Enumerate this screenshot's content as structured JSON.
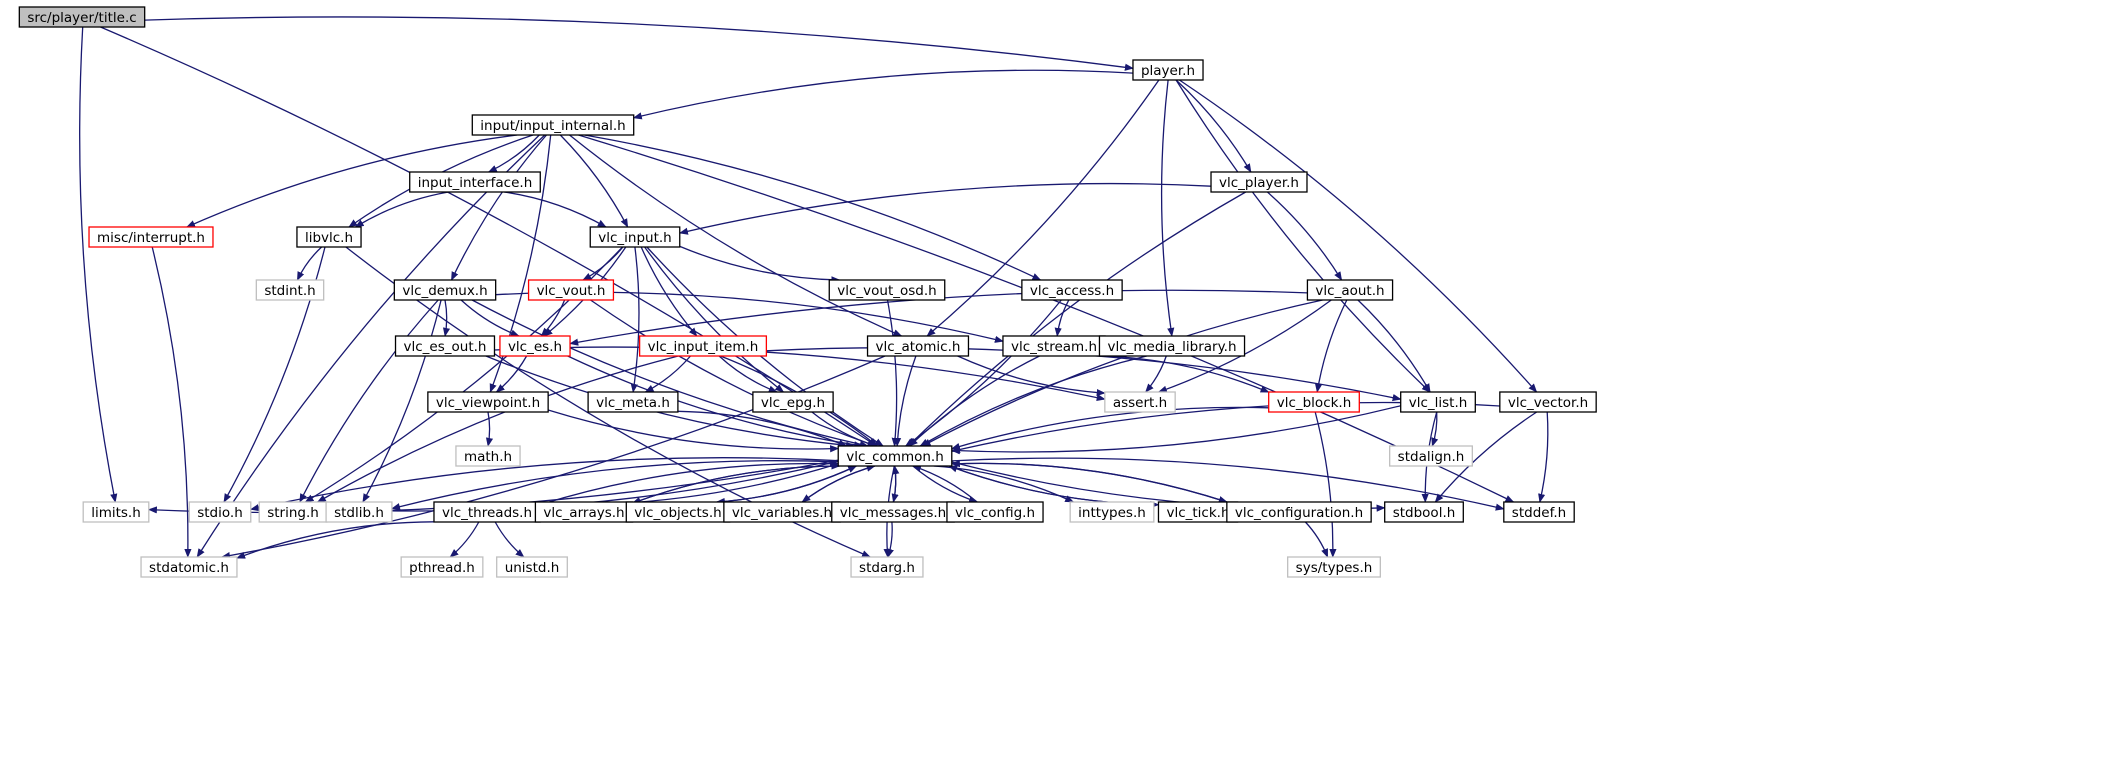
{
  "title": "src/player/title.c",
  "colors": {
    "edge": "#191970",
    "node_border": "#000000",
    "missing_border": "#bfbfbf",
    "partial_border": "#ff0000",
    "root_fill": "#bfbfbf"
  },
  "nodes": [
    {
      "id": "title_c",
      "label": "src/player/title.c",
      "style": "root"
    },
    {
      "id": "player_h",
      "label": "player.h",
      "style": "normal"
    },
    {
      "id": "input_internal_h",
      "label": "input/input_internal.h",
      "style": "normal"
    },
    {
      "id": "vlc_player_h",
      "label": "vlc_player.h",
      "style": "normal"
    },
    {
      "id": "input_interface_h",
      "label": "input_interface.h",
      "style": "normal"
    },
    {
      "id": "misc_interrupt_h",
      "label": "misc/interrupt.h",
      "style": "partial"
    },
    {
      "id": "libvlc_h",
      "label": "libvlc.h",
      "style": "normal"
    },
    {
      "id": "vlc_input_h",
      "label": "vlc_input.h",
      "style": "normal"
    },
    {
      "id": "stdint_h",
      "label": "stdint.h",
      "style": "missing"
    },
    {
      "id": "vlc_demux_h",
      "label": "vlc_demux.h",
      "style": "normal"
    },
    {
      "id": "vlc_vout_h",
      "label": "vlc_vout.h",
      "style": "partial"
    },
    {
      "id": "vlc_vout_osd_h",
      "label": "vlc_vout_osd.h",
      "style": "normal"
    },
    {
      "id": "vlc_access_h",
      "label": "vlc_access.h",
      "style": "normal"
    },
    {
      "id": "vlc_aout_h",
      "label": "vlc_aout.h",
      "style": "normal"
    },
    {
      "id": "vlc_es_out_h",
      "label": "vlc_es_out.h",
      "style": "normal"
    },
    {
      "id": "vlc_es_h",
      "label": "vlc_es.h",
      "style": "partial"
    },
    {
      "id": "vlc_input_item_h",
      "label": "vlc_input_item.h",
      "style": "partial"
    },
    {
      "id": "vlc_atomic_h",
      "label": "vlc_atomic.h",
      "style": "normal"
    },
    {
      "id": "vlc_stream_h",
      "label": "vlc_stream.h",
      "style": "normal"
    },
    {
      "id": "vlc_media_library_h",
      "label": "vlc_media_library.h",
      "style": "normal"
    },
    {
      "id": "vlc_viewpoint_h",
      "label": "vlc_viewpoint.h",
      "style": "normal"
    },
    {
      "id": "vlc_meta_h",
      "label": "vlc_meta.h",
      "style": "normal"
    },
    {
      "id": "vlc_epg_h",
      "label": "vlc_epg.h",
      "style": "normal"
    },
    {
      "id": "assert_h",
      "label": "assert.h",
      "style": "missing"
    },
    {
      "id": "vlc_block_h",
      "label": "vlc_block.h",
      "style": "partial"
    },
    {
      "id": "vlc_list_h",
      "label": "vlc_list.h",
      "style": "normal"
    },
    {
      "id": "vlc_vector_h",
      "label": "vlc_vector.h",
      "style": "normal"
    },
    {
      "id": "math_h",
      "label": "math.h",
      "style": "missing"
    },
    {
      "id": "vlc_common_h",
      "label": "vlc_common.h",
      "style": "normal"
    },
    {
      "id": "stdalign_h",
      "label": "stdalign.h",
      "style": "missing"
    },
    {
      "id": "limits_h",
      "label": "limits.h",
      "style": "missing"
    },
    {
      "id": "stdio_h",
      "label": "stdio.h",
      "style": "missing"
    },
    {
      "id": "string_h",
      "label": "string.h",
      "style": "missing"
    },
    {
      "id": "stdlib_h",
      "label": "stdlib.h",
      "style": "missing"
    },
    {
      "id": "vlc_threads_h",
      "label": "vlc_threads.h",
      "style": "normal"
    },
    {
      "id": "vlc_arrays_h",
      "label": "vlc_arrays.h",
      "style": "normal"
    },
    {
      "id": "vlc_objects_h",
      "label": "vlc_objects.h",
      "style": "normal"
    },
    {
      "id": "vlc_variables_h",
      "label": "vlc_variables.h",
      "style": "normal"
    },
    {
      "id": "vlc_messages_h",
      "label": "vlc_messages.h",
      "style": "normal"
    },
    {
      "id": "vlc_config_h",
      "label": "vlc_config.h",
      "style": "normal"
    },
    {
      "id": "inttypes_h",
      "label": "inttypes.h",
      "style": "missing"
    },
    {
      "id": "vlc_tick_h",
      "label": "vlc_tick.h",
      "style": "normal"
    },
    {
      "id": "vlc_configuration_h",
      "label": "vlc_configuration.h",
      "style": "normal"
    },
    {
      "id": "stdbool_h",
      "label": "stdbool.h",
      "style": "normal"
    },
    {
      "id": "stddef_h",
      "label": "stddef.h",
      "style": "normal"
    },
    {
      "id": "stdatomic_h",
      "label": "stdatomic.h",
      "style": "missing"
    },
    {
      "id": "pthread_h",
      "label": "pthread.h",
      "style": "missing"
    },
    {
      "id": "unistd_h",
      "label": "unistd.h",
      "style": "missing"
    },
    {
      "id": "stdarg_h",
      "label": "stdarg.h",
      "style": "missing"
    },
    {
      "id": "sys_types_h",
      "label": "sys/types.h",
      "style": "missing"
    }
  ],
  "edges": [
    [
      "title_c",
      "player_h"
    ],
    [
      "title_c",
      "limits_h"
    ],
    [
      "title_c",
      "vlc_common_h"
    ],
    [
      "player_h",
      "input_internal_h"
    ],
    [
      "player_h",
      "vlc_player_h"
    ],
    [
      "player_h",
      "vlc_media_library_h"
    ],
    [
      "player_h",
      "vlc_atomic_h"
    ],
    [
      "player_h",
      "vlc_list_h"
    ],
    [
      "player_h",
      "vlc_vector_h"
    ],
    [
      "input_internal_h",
      "misc_interrupt_h"
    ],
    [
      "input_internal_h",
      "input_interface_h"
    ],
    [
      "input_internal_h",
      "libvlc_h"
    ],
    [
      "input_internal_h",
      "vlc_input_h"
    ],
    [
      "input_internal_h",
      "vlc_demux_h"
    ],
    [
      "input_internal_h",
      "vlc_access_h"
    ],
    [
      "input_internal_h",
      "vlc_atomic_h"
    ],
    [
      "input_internal_h",
      "vlc_viewpoint_h"
    ],
    [
      "input_internal_h",
      "stdatomic_h"
    ],
    [
      "input_internal_h",
      "stddef_h"
    ],
    [
      "input_interface_h",
      "libvlc_h"
    ],
    [
      "input_interface_h",
      "vlc_input_h"
    ],
    [
      "vlc_player_h",
      "vlc_input_h"
    ],
    [
      "vlc_player_h",
      "vlc_aout_h"
    ],
    [
      "vlc_player_h",
      "vlc_common_h"
    ],
    [
      "misc_interrupt_h",
      "stdatomic_h"
    ],
    [
      "libvlc_h",
      "stdint_h"
    ],
    [
      "libvlc_h",
      "stdio_h"
    ],
    [
      "libvlc_h",
      "stdarg_h"
    ],
    [
      "vlc_input_h",
      "vlc_vout_h"
    ],
    [
      "vlc_input_h",
      "vlc_vout_osd_h"
    ],
    [
      "vlc_input_h",
      "vlc_es_h"
    ],
    [
      "vlc_input_h",
      "vlc_input_item_h"
    ],
    [
      "vlc_input_h",
      "vlc_meta_h"
    ],
    [
      "vlc_input_h",
      "vlc_epg_h"
    ],
    [
      "vlc_input_h",
      "string_h"
    ],
    [
      "vlc_input_h",
      "vlc_common_h"
    ],
    [
      "vlc_demux_h",
      "vlc_es_out_h"
    ],
    [
      "vlc_demux_h",
      "vlc_es_h"
    ],
    [
      "vlc_demux_h",
      "vlc_stream_h"
    ],
    [
      "vlc_demux_h",
      "string_h"
    ],
    [
      "vlc_demux_h",
      "stdlib_h"
    ],
    [
      "vlc_demux_h",
      "vlc_common_h"
    ],
    [
      "vlc_vout_h",
      "vlc_es_h"
    ],
    [
      "vlc_vout_h",
      "vlc_common_h"
    ],
    [
      "vlc_vout_osd_h",
      "vlc_common_h"
    ],
    [
      "vlc_access_h",
      "vlc_stream_h"
    ],
    [
      "vlc_access_h",
      "vlc_common_h"
    ],
    [
      "vlc_aout_h",
      "vlc_es_h"
    ],
    [
      "vlc_aout_h",
      "assert_h"
    ],
    [
      "vlc_aout_h",
      "vlc_block_h"
    ],
    [
      "vlc_aout_h",
      "vlc_list_h"
    ],
    [
      "vlc_aout_h",
      "vlc_common_h"
    ],
    [
      "vlc_es_out_h",
      "assert_h"
    ],
    [
      "vlc_es_out_h",
      "vlc_common_h"
    ],
    [
      "vlc_es_h",
      "vlc_viewpoint_h"
    ],
    [
      "vlc_es_h",
      "vlc_common_h"
    ],
    [
      "vlc_input_item_h",
      "vlc_meta_h"
    ],
    [
      "vlc_input_item_h",
      "vlc_epg_h"
    ],
    [
      "vlc_input_item_h",
      "vlc_list_h"
    ],
    [
      "vlc_input_item_h",
      "string_h"
    ],
    [
      "vlc_input_item_h",
      "vlc_common_h"
    ],
    [
      "vlc_atomic_h",
      "assert_h"
    ],
    [
      "vlc_atomic_h",
      "stdatomic_h"
    ],
    [
      "vlc_atomic_h",
      "vlc_common_h"
    ],
    [
      "vlc_stream_h",
      "vlc_block_h"
    ],
    [
      "vlc_stream_h",
      "vlc_common_h"
    ],
    [
      "vlc_media_library_h",
      "assert_h"
    ],
    [
      "vlc_media_library_h",
      "vlc_common_h"
    ],
    [
      "vlc_viewpoint_h",
      "math_h"
    ],
    [
      "vlc_viewpoint_h",
      "vlc_common_h"
    ],
    [
      "vlc_meta_h",
      "vlc_common_h"
    ],
    [
      "vlc_epg_h",
      "vlc_common_h"
    ],
    [
      "vlc_block_h",
      "sys_types_h"
    ],
    [
      "vlc_block_h",
      "vlc_common_h"
    ],
    [
      "vlc_list_h",
      "stdalign_h"
    ],
    [
      "vlc_list_h",
      "stdbool_h"
    ],
    [
      "vlc_list_h",
      "vlc_common_h"
    ],
    [
      "vlc_vector_h",
      "stdbool_h"
    ],
    [
      "vlc_vector_h",
      "stddef_h"
    ],
    [
      "vlc_vector_h",
      "vlc_common_h"
    ],
    [
      "vlc_common_h",
      "limits_h"
    ],
    [
      "vlc_common_h",
      "stdio_h"
    ],
    [
      "vlc_common_h",
      "string_h"
    ],
    [
      "vlc_common_h",
      "stdlib_h"
    ],
    [
      "vlc_common_h",
      "vlc_threads_h"
    ],
    [
      "vlc_common_h",
      "vlc_arrays_h"
    ],
    [
      "vlc_common_h",
      "vlc_objects_h"
    ],
    [
      "vlc_common_h",
      "vlc_variables_h"
    ],
    [
      "vlc_common_h",
      "vlc_messages_h"
    ],
    [
      "vlc_common_h",
      "vlc_config_h"
    ],
    [
      "vlc_common_h",
      "inttypes_h"
    ],
    [
      "vlc_common_h",
      "vlc_tick_h"
    ],
    [
      "vlc_common_h",
      "vlc_configuration_h"
    ],
    [
      "vlc_common_h",
      "stdbool_h"
    ],
    [
      "vlc_common_h",
      "stddef_h"
    ],
    [
      "vlc_common_h",
      "stdarg_h"
    ],
    [
      "vlc_threads_h",
      "vlc_common_h"
    ],
    [
      "vlc_threads_h",
      "stdatomic_h"
    ],
    [
      "vlc_threads_h",
      "pthread_h"
    ],
    [
      "vlc_threads_h",
      "unistd_h"
    ],
    [
      "vlc_arrays_h",
      "vlc_common_h"
    ],
    [
      "vlc_objects_h",
      "vlc_common_h"
    ],
    [
      "vlc_variables_h",
      "vlc_common_h"
    ],
    [
      "vlc_messages_h",
      "vlc_common_h"
    ],
    [
      "vlc_messages_h",
      "stdarg_h"
    ],
    [
      "vlc_config_h",
      "vlc_common_h"
    ],
    [
      "vlc_tick_h",
      "vlc_common_h"
    ],
    [
      "vlc_configuration_h",
      "vlc_common_h"
    ],
    [
      "vlc_configuration_h",
      "sys_types_h"
    ]
  ]
}
